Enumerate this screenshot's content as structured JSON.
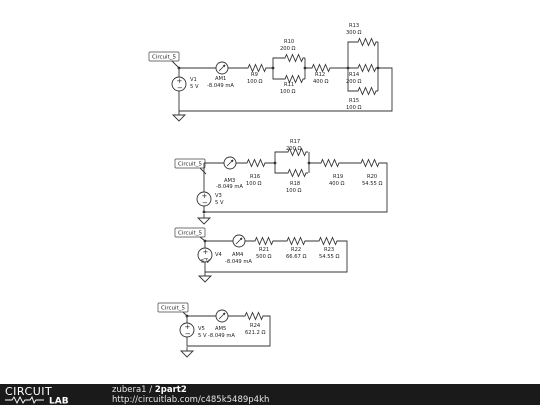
{
  "circuit_tag": "Circuit_5",
  "circuits": {
    "c1": {
      "source": {
        "name": "V1",
        "value": "5 V"
      },
      "ammeter": {
        "name": "AM1",
        "value": "-8.049 mA"
      },
      "resistors": {
        "R9": {
          "name": "R9",
          "value": "100 Ω"
        },
        "R10": {
          "name": "R10",
          "value": "200 Ω"
        },
        "R11": {
          "name": "R11",
          "value": "100 Ω"
        },
        "R12": {
          "name": "R12",
          "value": "400 Ω"
        },
        "R13": {
          "name": "R13",
          "value": "300 Ω"
        },
        "R14": {
          "name": "R14",
          "value": "200 Ω"
        },
        "R15": {
          "name": "R15",
          "value": "100 Ω"
        }
      }
    },
    "c2": {
      "source": {
        "name": "V3",
        "value": "5 V"
      },
      "ammeter": {
        "name": "AM3",
        "value": "-8.049 mA"
      },
      "resistors": {
        "R16": {
          "name": "R16",
          "value": "100 Ω"
        },
        "R17": {
          "name": "R17",
          "value": "200 Ω"
        },
        "R18": {
          "name": "R18",
          "value": "100 Ω"
        },
        "R19": {
          "name": "R19",
          "value": "400 Ω"
        },
        "R20": {
          "name": "R20",
          "value": "54.55 Ω"
        }
      }
    },
    "c3": {
      "source": {
        "name": "V4",
        "value": "5 V"
      },
      "ammeter": {
        "name": "AM4",
        "value": "-8.049 mA"
      },
      "resistors": {
        "R21": {
          "name": "R21",
          "value": "500 Ω"
        },
        "R22": {
          "name": "R22",
          "value": "66.67 Ω"
        },
        "R23": {
          "name": "R23",
          "value": "54.55 Ω"
        }
      }
    },
    "c4": {
      "source": {
        "name": "V5",
        "value": "5 V"
      },
      "ammeter": {
        "name": "AM5",
        "value": "-8.049 mA"
      },
      "resistors": {
        "R24": {
          "name": "R24",
          "value": "621.2 Ω"
        }
      }
    }
  },
  "footer": {
    "logo_top": "CIRCUIT",
    "logo_bottom": "LAB",
    "author": "zubera1",
    "separator": " / ",
    "title": "2part2",
    "url": "http://circuitlab.com/c485k5489p4kh"
  }
}
